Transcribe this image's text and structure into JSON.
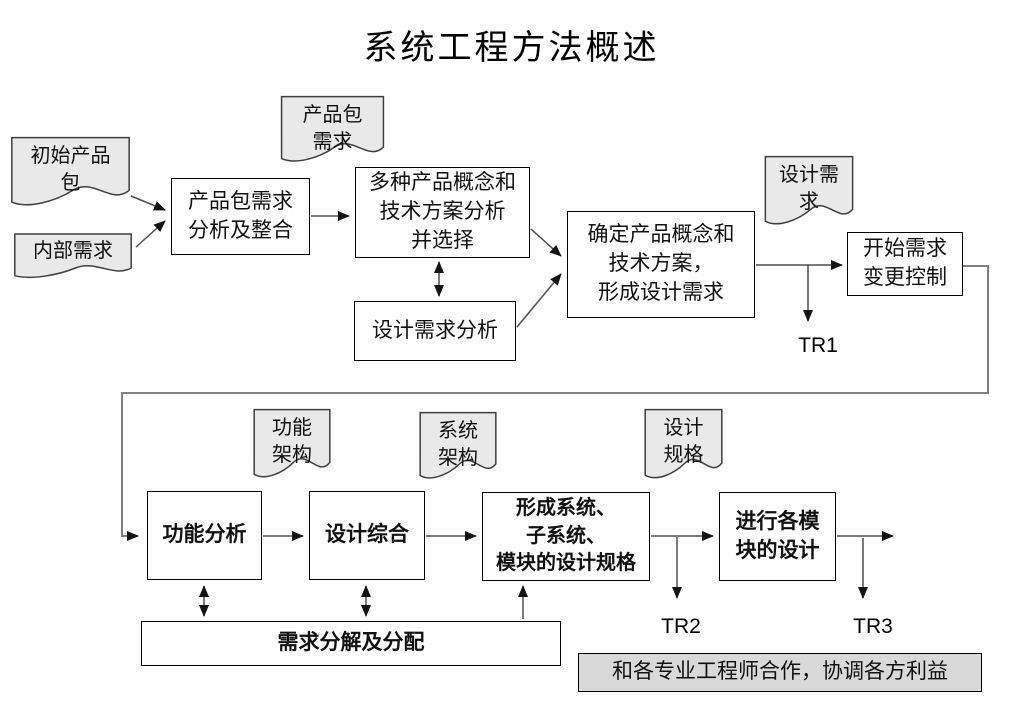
{
  "title": "系统工程方法概述",
  "colors": {
    "background": "#ffffff",
    "box_fill": "#ffffff",
    "box_border": "#000000",
    "document_fill": "#e9e9e9",
    "document_border": "#3f3f3f",
    "note_fill": "#d9d9d9",
    "connector": "#4d4d4d",
    "feedback_elbow": "#7f7f7f"
  },
  "documents": {
    "initial_product_package": "初始产品\n包",
    "internal_requirements": "内部需求",
    "product_package_requirements": "产品包\n需求",
    "design_requirements": "设计需\n求",
    "functional_architecture": "功能\n架构",
    "system_architecture": "系统\n架构",
    "design_specification": "设计\n规格"
  },
  "processes": {
    "pkg_req_analysis": "产品包需求\n分析及整合",
    "concept_selection": "多种产品概念和\n技术方案分析\n并选择",
    "design_req_analysis": "设计需求分析",
    "confirm_concept": "确定产品概念和\n技术方案，\n形成设计需求",
    "change_control": "开始需求\n变更控制",
    "functional_analysis": "功能分析",
    "design_synthesis": "设计综合",
    "form_specs": "形成系统、\n子系统、\n模块的设计规格",
    "module_design": "进行各模\n块的设计",
    "req_decomposition": "需求分解及分配",
    "cooperation_note": "和各专业工程师合作，协调各方利益"
  },
  "milestones": {
    "tr1": "TR1",
    "tr2": "TR2",
    "tr3": "TR3"
  }
}
